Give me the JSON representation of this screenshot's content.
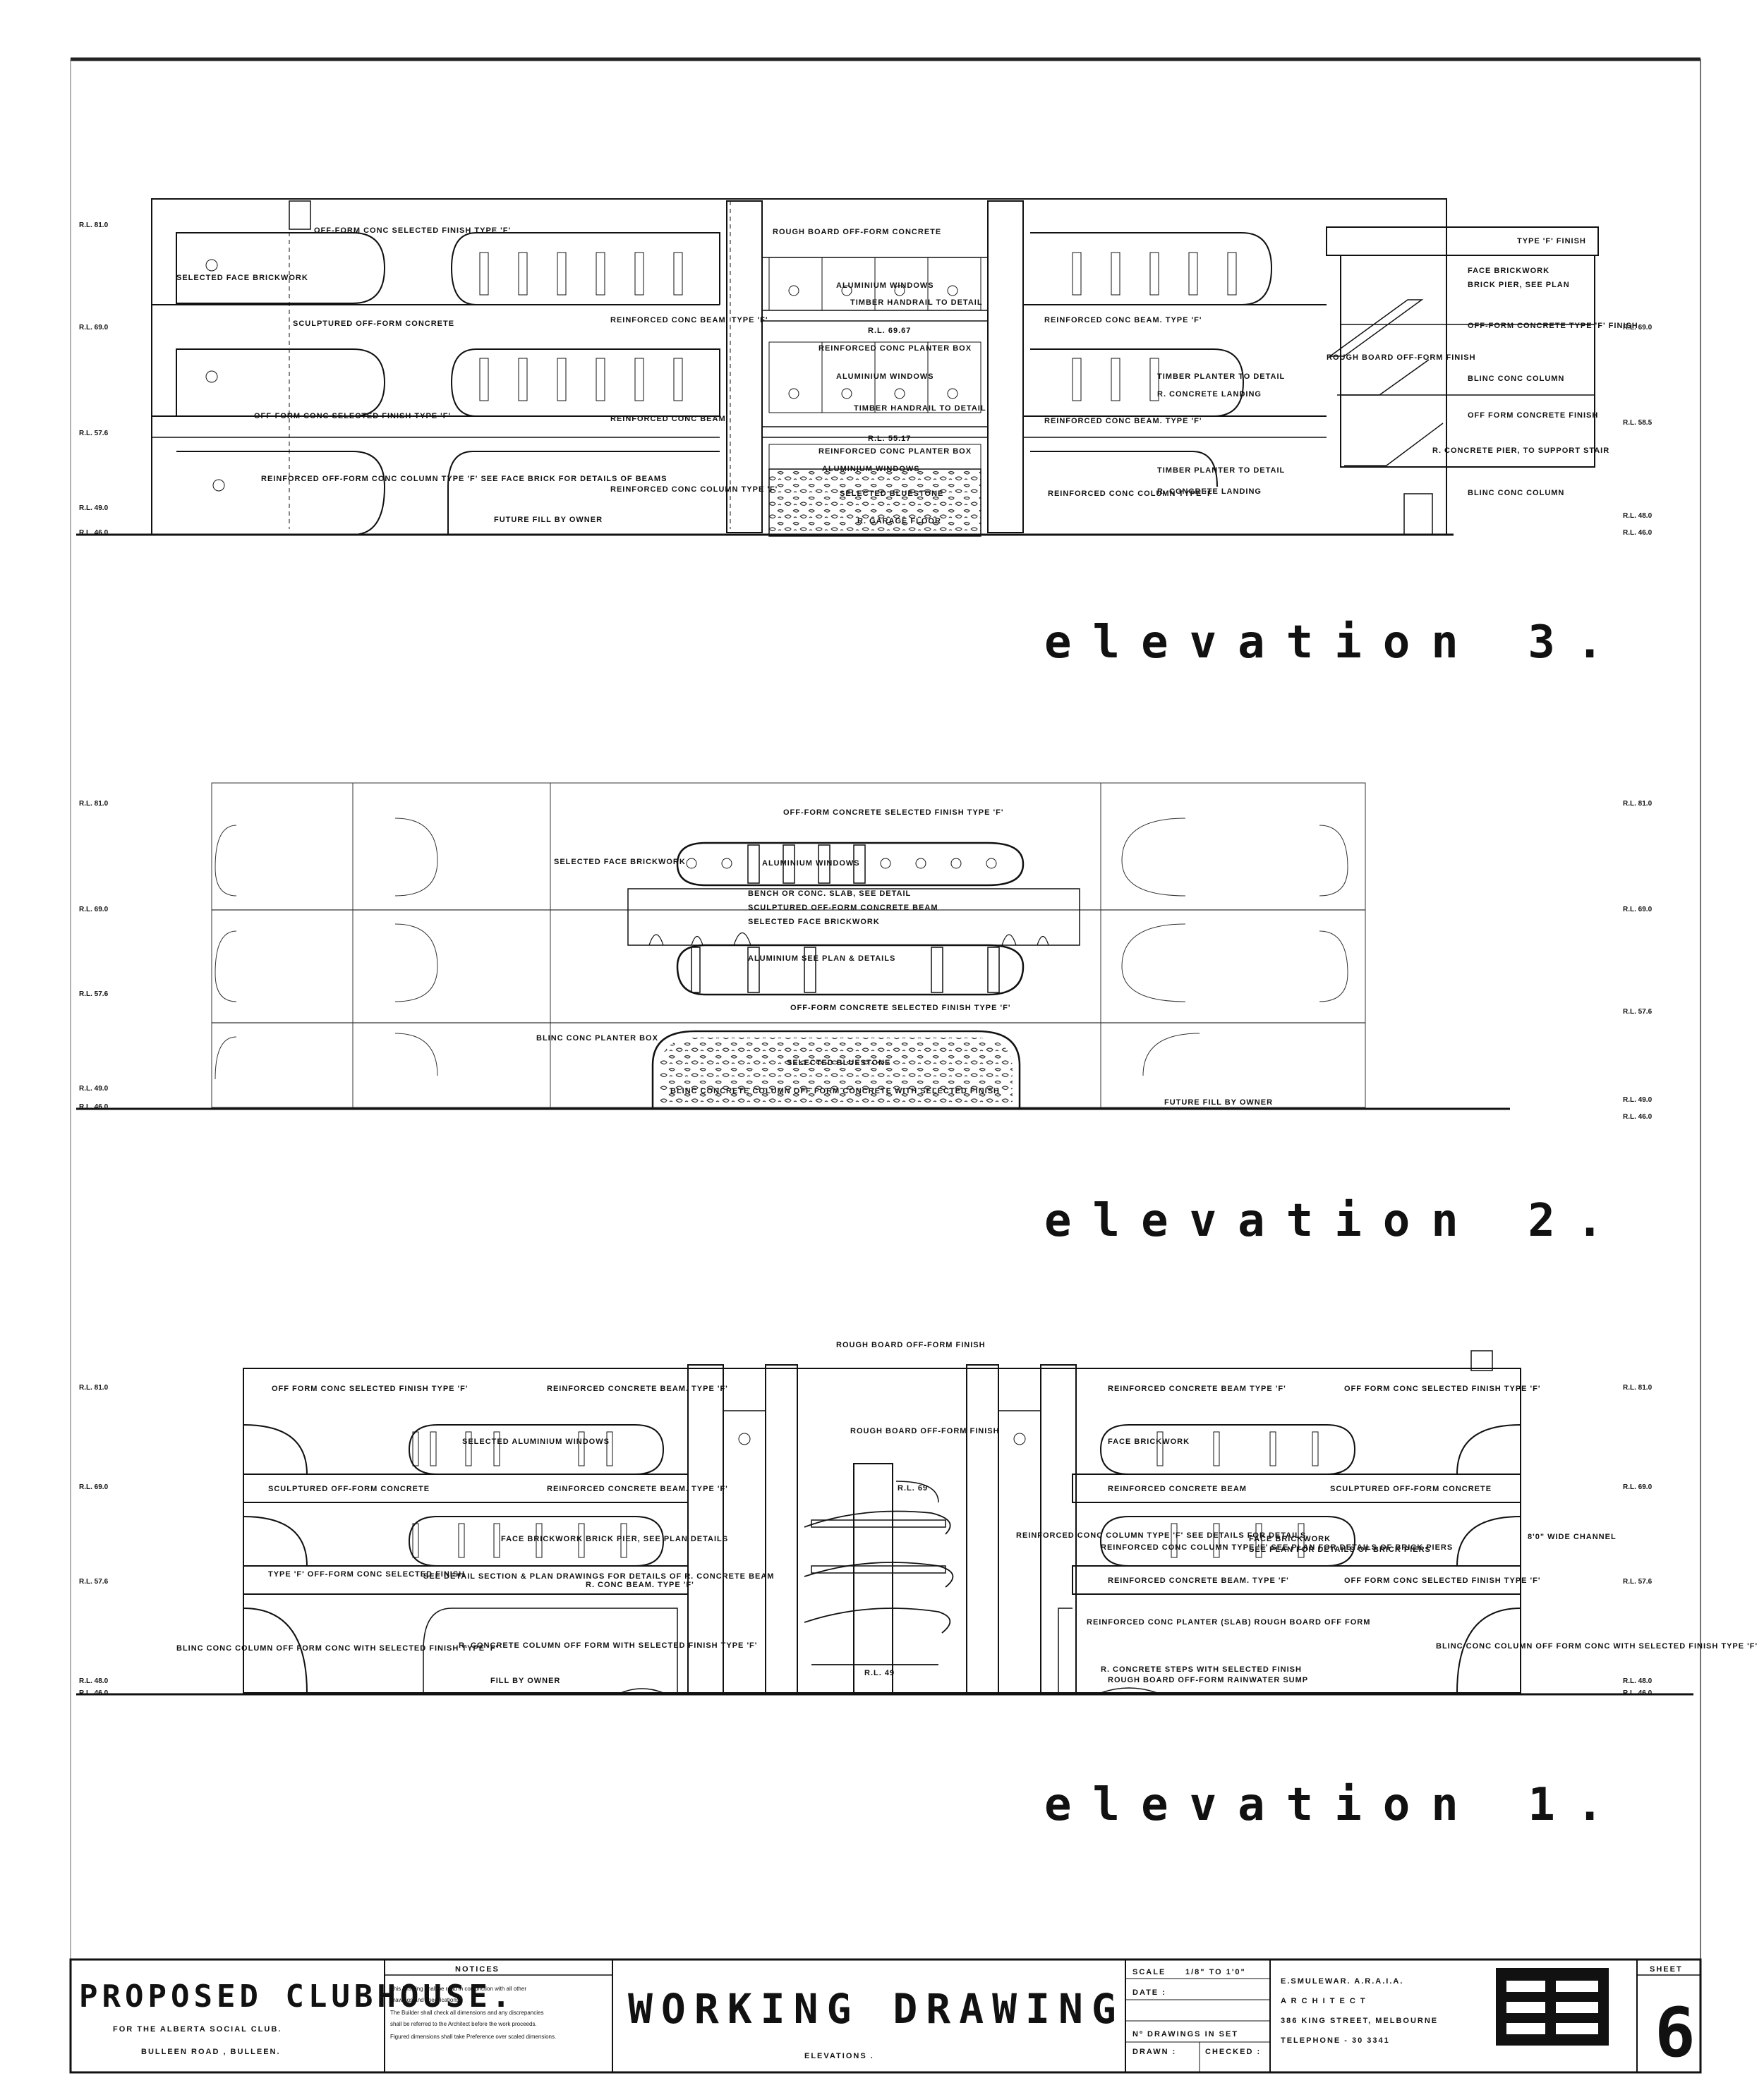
{
  "elevation3": {
    "title": "elevation 3.",
    "rl_left": [
      "R.L. 81.0",
      "R.L. 69.0",
      "R.L. 57.6",
      "R.L. 49.0",
      "R.L. 46.0"
    ],
    "rl_right": [
      "R.L. 69.0",
      "R.L. 58.5",
      "R.L. 48.0",
      "R.L. 46.0"
    ],
    "notes": {
      "n1": "SELECTED FACE BRICKWORK",
      "n2": "OFF-FORM CONC SELECTED FINISH TYPE 'F'",
      "n3": "SCULPTURED OFF-FORM CONCRETE",
      "n4": "OFF-FORM CONC SELECTED FINISH TYPE 'F'",
      "n5": "REINFORCED OFF-FORM CONC COLUMN TYPE 'F' SEE FACE BRICK FOR DETAILS OF BEAMS",
      "n6": "REINFORCED CONC BEAM. TYPE 'F'",
      "n7": "REINFORCED CONC BEAM.",
      "n8": "REINFORCED CONC COLUMN TYPE 'F'",
      "n9": "FUTURE FILL BY OWNER",
      "n10": "ROUGH BOARD OFF-FORM CONCRETE",
      "n11": "ALUMINIUM WINDOWS",
      "n12": "TIMBER HANDRAIL TO DETAIL",
      "n13": "R.L. 69.67",
      "n14": "REINFORCED CONC PLANTER BOX",
      "n15": "ALUMINIUM WINDOWS",
      "n16": "TIMBER HANDRAIL TO DETAIL",
      "n17": "R.L. 55.17",
      "n18": "REINFORCED CONC PLANTER BOX",
      "n19": "ALUMINIUM WINDOWS",
      "n20": "SELECTED BLUESTONE",
      "n21": "R. GARAGE FLOOR",
      "n22": "REINFORCED CONC BEAM. TYPE 'F'",
      "n23": "REINFORCED CONC BEAM. TYPE 'F'",
      "n24": "REINFORCED CONC COLUMN TYPE 'F'",
      "n25": "TIMBER PLANTER TO DETAIL",
      "n26": "R. CONCRETE LANDING",
      "n27": "TIMBER PLANTER TO DETAIL",
      "n28": "R. CONCRETE LANDING",
      "n29": "TYPE 'F' FINISH",
      "n30": "FACE BRICKWORK",
      "n31": "BRICK PIER, SEE PLAN",
      "n32": "OFF-FORM CONCRETE TYPE 'F' FINISH",
      "n33": "ROUGH BOARD OFF-FORM FINISH",
      "n34": "BLINC CONC COLUMN",
      "n35": "OFF FORM CONCRETE FINISH",
      "n36": "R. CONCRETE PIER, TO SUPPORT STAIR",
      "n37": "BLINC CONC COLUMN"
    }
  },
  "elevation2": {
    "title": "elevation 2.",
    "rl_left": [
      "R.L. 81.0",
      "R.L. 69.0",
      "R.L. 57.6",
      "R.L. 49.0",
      "R.L. 46.0"
    ],
    "rl_right": [
      "R.L. 81.0",
      "R.L. 69.0",
      "R.L. 57.6",
      "R.L. 49.0",
      "R.L. 46.0"
    ],
    "notes": {
      "n1": "OFF-FORM CONCRETE SELECTED FINISH TYPE 'F'",
      "n2": "SELECTED FACE BRICKWORK",
      "n3": "ALUMINIUM WINDOWS",
      "n4": "BENCH OR CONC. SLAB, SEE DETAIL",
      "n5": "SCULPTURED OFF-FORM CONCRETE BEAM",
      "n6": "SELECTED FACE BRICKWORK",
      "n7": "ALUMINIUM SEE PLAN & DETAILS",
      "n8": "OFF-FORM CONCRETE SELECTED FINISH TYPE 'F'",
      "n9": "BLINC CONC PLANTER BOX",
      "n10": "SELECTED BLUESTONE",
      "n11": "BLINC CONCRETE COLUMN OFF FORM CONCRETE WITH SELECTED FINISH",
      "n12": "FUTURE FILL BY OWNER"
    }
  },
  "elevation1": {
    "title": "elevation 1.",
    "rl_left": [
      "R.L. 81.0",
      "R.L. 69.0",
      "R.L. 57.6",
      "R.L. 48.0",
      "R.L. 46.0"
    ],
    "rl_right": [
      "R.L. 81.0",
      "R.L. 69.0",
      "R.L. 57.6",
      "R.L. 48.0",
      "R.L. 46.0"
    ],
    "notes": {
      "n1": "ROUGH BOARD OFF-FORM FINISH",
      "n2": "OFF FORM CONC SELECTED FINISH TYPE 'F'",
      "n3": "REINFORCED CONCRETE BEAM. TYPE 'F'",
      "n4": "SELECTED ALUMINIUM WINDOWS",
      "n5": "SCULPTURED OFF-FORM CONCRETE",
      "n6": "REINFORCED CONCRETE BEAM. TYPE 'F'",
      "n7": "FACE BRICKWORK BRICK PIER, SEE PLAN DETAILS",
      "n8": "TYPE 'F' OFF-FORM CONC SELECTED FINISH",
      "n9": "SEE DETAIL SECTION & PLAN DRAWINGS FOR DETAILS OF R. CONCRETE BEAM",
      "n10": "R. CONC BEAM. TYPE 'F'",
      "n11": "BLINC CONC COLUMN OFF FORM CONC WITH SELECTED FINISH TYPE 'F'",
      "n12": "R. CONCRETE COLUMN OFF FORM WITH SELECTED FINISH TYPE 'F'",
      "n13": "FILL BY OWNER",
      "n14": "ROUGH BOARD OFF-FORM FINISH",
      "n15": "R.L. 69",
      "n16": "R.L. 49",
      "n17": "REINFORCED CONC COLUMN TYPE 'F' SEE DETAILS FOR DETAILS",
      "n18": "REINFORCED CONC COLUMN TYPE 'F' SEE PLAN FOR DETAILS OF BRICK PIERS",
      "n19": "REINFORCED CONC PLANTER (SLAB) ROUGH BOARD OFF FORM",
      "n20": "R. CONCRETE STEPS WITH SELECTED FINISH",
      "n21": "ROUGH BOARD OFF-FORM RAINWATER SUMP",
      "n22": "REINFORCED CONCRETE BEAM TYPE 'F'",
      "n23": "FACE BRICKWORK",
      "n24": "REINFORCED CONCRETE BEAM",
      "n25": "FACE BRICKWORK",
      "n26": "SEE PLAN FOR DETAILS OF BRICK PIERS",
      "n27": "REINFORCED CONCRETE BEAM. TYPE 'F'",
      "n28": "OFF FORM CONC SELECTED FINISH TYPE 'F'",
      "n29": "SCULPTURED OFF-FORM CONCRETE",
      "n30": "OFF FORM CONC SELECTED FINISH TYPE 'F'",
      "n31": "BLINC CONC COLUMN OFF FORM CONC WITH SELECTED FINISH TYPE 'F'",
      "n32": "8'0\" WIDE CHANNEL"
    }
  },
  "title_block": {
    "project": "PROPOSED CLUBHOUSE.",
    "client": "FOR THE ALBERTA SOCIAL CLUB.",
    "address": "BULLEEN ROAD , BULLEEN.",
    "notices_title": "NOTICES",
    "notices_text": [
      "This Drawing shall be read in conjunction with all other",
      "drawings and specifications.",
      "The Builder shall check all dimensions and any discrepancies",
      "shall be referred to the Architect before the work proceeds.",
      "Figured dimensions shall take Preference over scaled dimensions."
    ],
    "drawing_type": "WORKING DRAWING",
    "drawing_sub": "ELEVATIONS .",
    "scale_label": "SCALE",
    "scale_value": "1/8\" TO 1'0\"",
    "date_label": "DATE :",
    "drawings_label": "Nº DRAWINGS IN SET",
    "drawn_label": "DRAWN :",
    "checked_label": "CHECKED :",
    "architect_line1": "E.SMULEWAR.  A.R.A.I.A.",
    "architect_line2": "A R C H I T E C T",
    "architect_line3": "386 KING STREET, MELBOURNE",
    "architect_line4": "TELEPHONE - 30 3341",
    "sheet_label": "SHEET",
    "sheet_number": "6"
  }
}
